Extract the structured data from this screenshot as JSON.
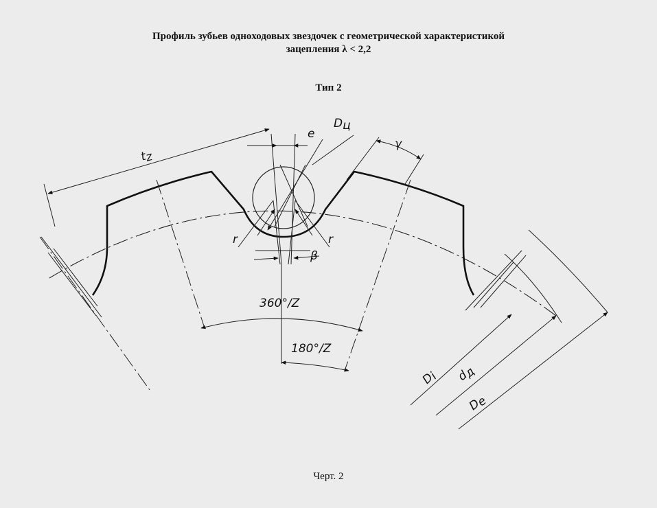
{
  "title": {
    "line1": "Профиль зубьев однoходовых звездочек с геометрической характеристикой",
    "line2": "зацепления λ < 2,2"
  },
  "subtitle": "Тип 2",
  "caption": "Черт. 2",
  "labels": {
    "pitch": "t",
    "pitch_sub": "z",
    "roller_d": "D",
    "roller_d_sub": "ц",
    "e": "e",
    "gamma": "γ",
    "r_left": "r",
    "r_right": "r",
    "beta": "β",
    "angle_full": "360°/Z",
    "angle_half": "180°/Z",
    "root_d": "D",
    "root_d_sub": "i",
    "pitch_d": "d",
    "pitch_d_sub": "д",
    "outer_d": "D",
    "outer_d_sub": "e"
  }
}
